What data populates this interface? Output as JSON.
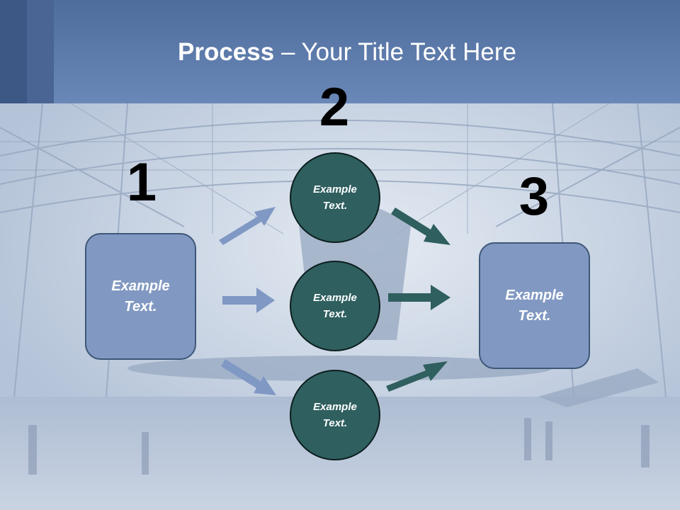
{
  "title": {
    "bold": "Process",
    "rest": " – Your Title Text Here"
  },
  "steps": {
    "one": "1",
    "two": "2",
    "three": "3"
  },
  "left_box": {
    "line1": "Example",
    "line2": "Text."
  },
  "right_box": {
    "line1": "Example",
    "line2": "Text."
  },
  "circles": [
    {
      "line1": "Example",
      "line2": "Text."
    },
    {
      "line1": "Example",
      "line2": "Text."
    },
    {
      "line1": "Example",
      "line2": "Text."
    }
  ],
  "colors": {
    "header": "#5f7dad",
    "box_fill": "#8199c2",
    "circle_fill": "#2f5f5f",
    "arrow_left": "#7f98c4",
    "arrow_right": "#2f5f5f"
  }
}
